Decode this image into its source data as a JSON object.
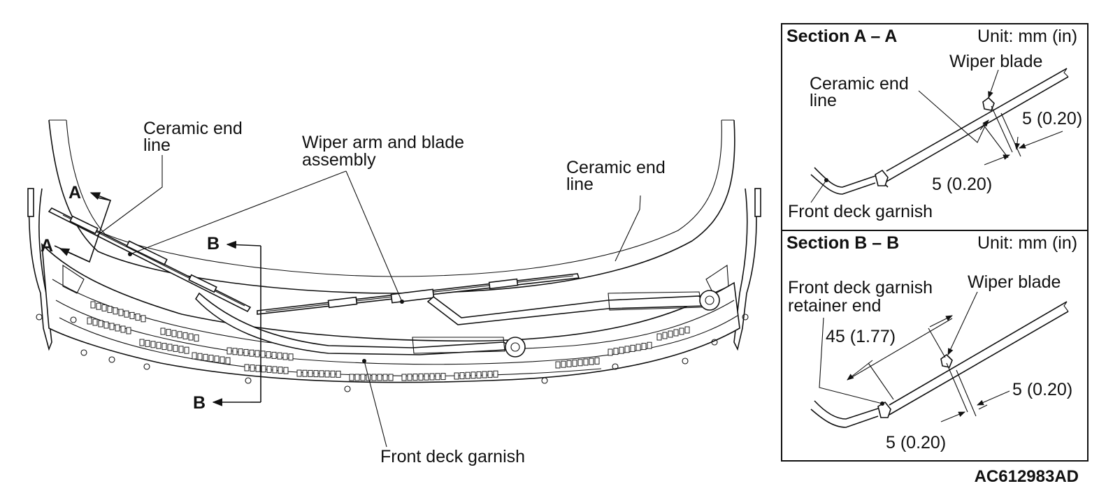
{
  "main_view": {
    "labels": {
      "ceramic_left": [
        "Ceramic end",
        "line"
      ],
      "wiper_assembly": [
        "Wiper arm and blade",
        "assembly"
      ],
      "ceramic_right": [
        "Ceramic end",
        "line"
      ],
      "front_deck_garnish": "Front deck garnish"
    },
    "section_markers": {
      "a": "A",
      "b": "B"
    }
  },
  "section_a": {
    "title": "Section A – A",
    "unit": "Unit: mm (in)",
    "wiper_blade": "Wiper blade",
    "ceramic": [
      "Ceramic end",
      "line"
    ],
    "dim_upper": "5 (0.20)",
    "dim_lower": "5 (0.20)",
    "garnish": "Front deck garnish"
  },
  "section_b": {
    "title": "Section B – B",
    "unit": "Unit: mm (in)",
    "retainer": [
      "Front deck garnish",
      "retainer end"
    ],
    "wiper_blade": "Wiper blade",
    "dim_45": "45 (1.77)",
    "dim_right": "5 (0.20)",
    "dim_bottom": "5 (0.20)"
  },
  "figure_code": "AC612983AD"
}
